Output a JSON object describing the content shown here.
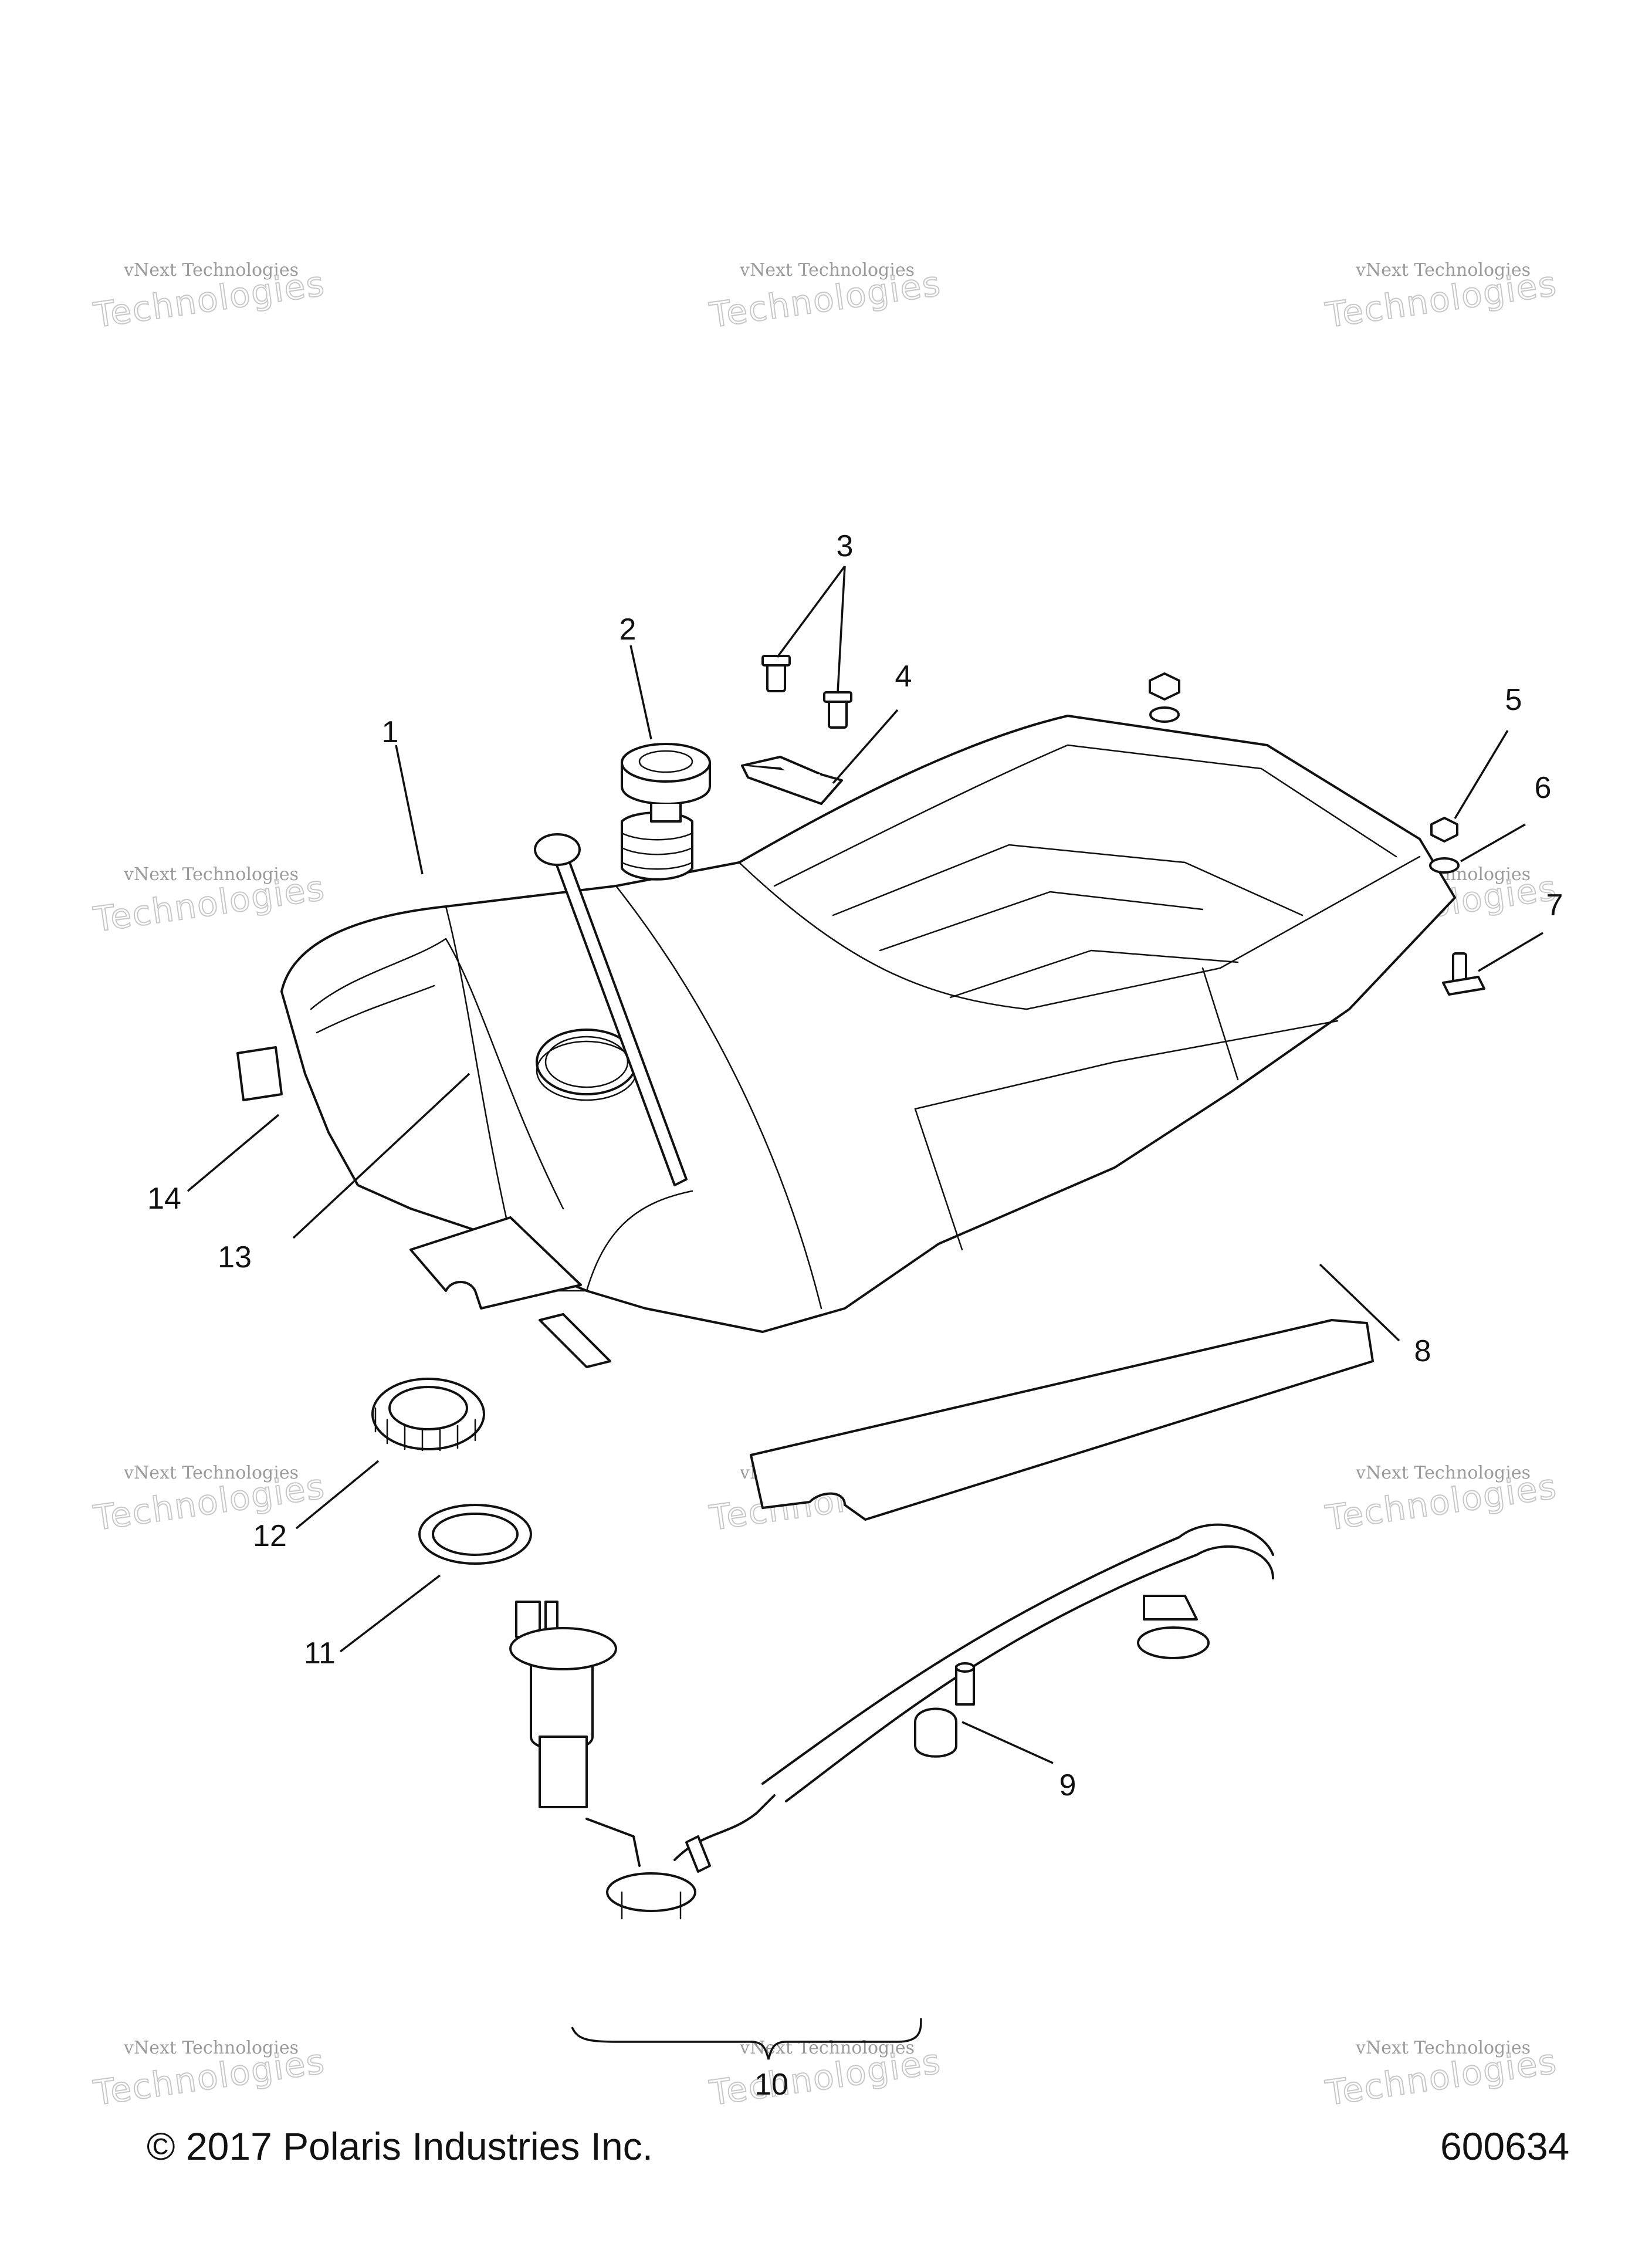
{
  "callouts": [
    {
      "id": "1",
      "label": "1"
    },
    {
      "id": "2",
      "label": "2"
    },
    {
      "id": "3",
      "label": "3"
    },
    {
      "id": "4",
      "label": "4"
    },
    {
      "id": "5",
      "label": "5"
    },
    {
      "id": "6",
      "label": "6"
    },
    {
      "id": "7",
      "label": "7"
    },
    {
      "id": "8",
      "label": "8"
    },
    {
      "id": "9",
      "label": "9"
    },
    {
      "id": "10",
      "label": "10"
    },
    {
      "id": "11",
      "label": "11"
    },
    {
      "id": "12",
      "label": "12"
    },
    {
      "id": "13",
      "label": "13"
    },
    {
      "id": "14",
      "label": "14"
    }
  ],
  "watermark": {
    "line1": "vNext Technologies",
    "line2": "Technologies"
  },
  "footer": {
    "copyright": "© 2017 Polaris Industries Inc.",
    "drawing_number": "600634"
  }
}
